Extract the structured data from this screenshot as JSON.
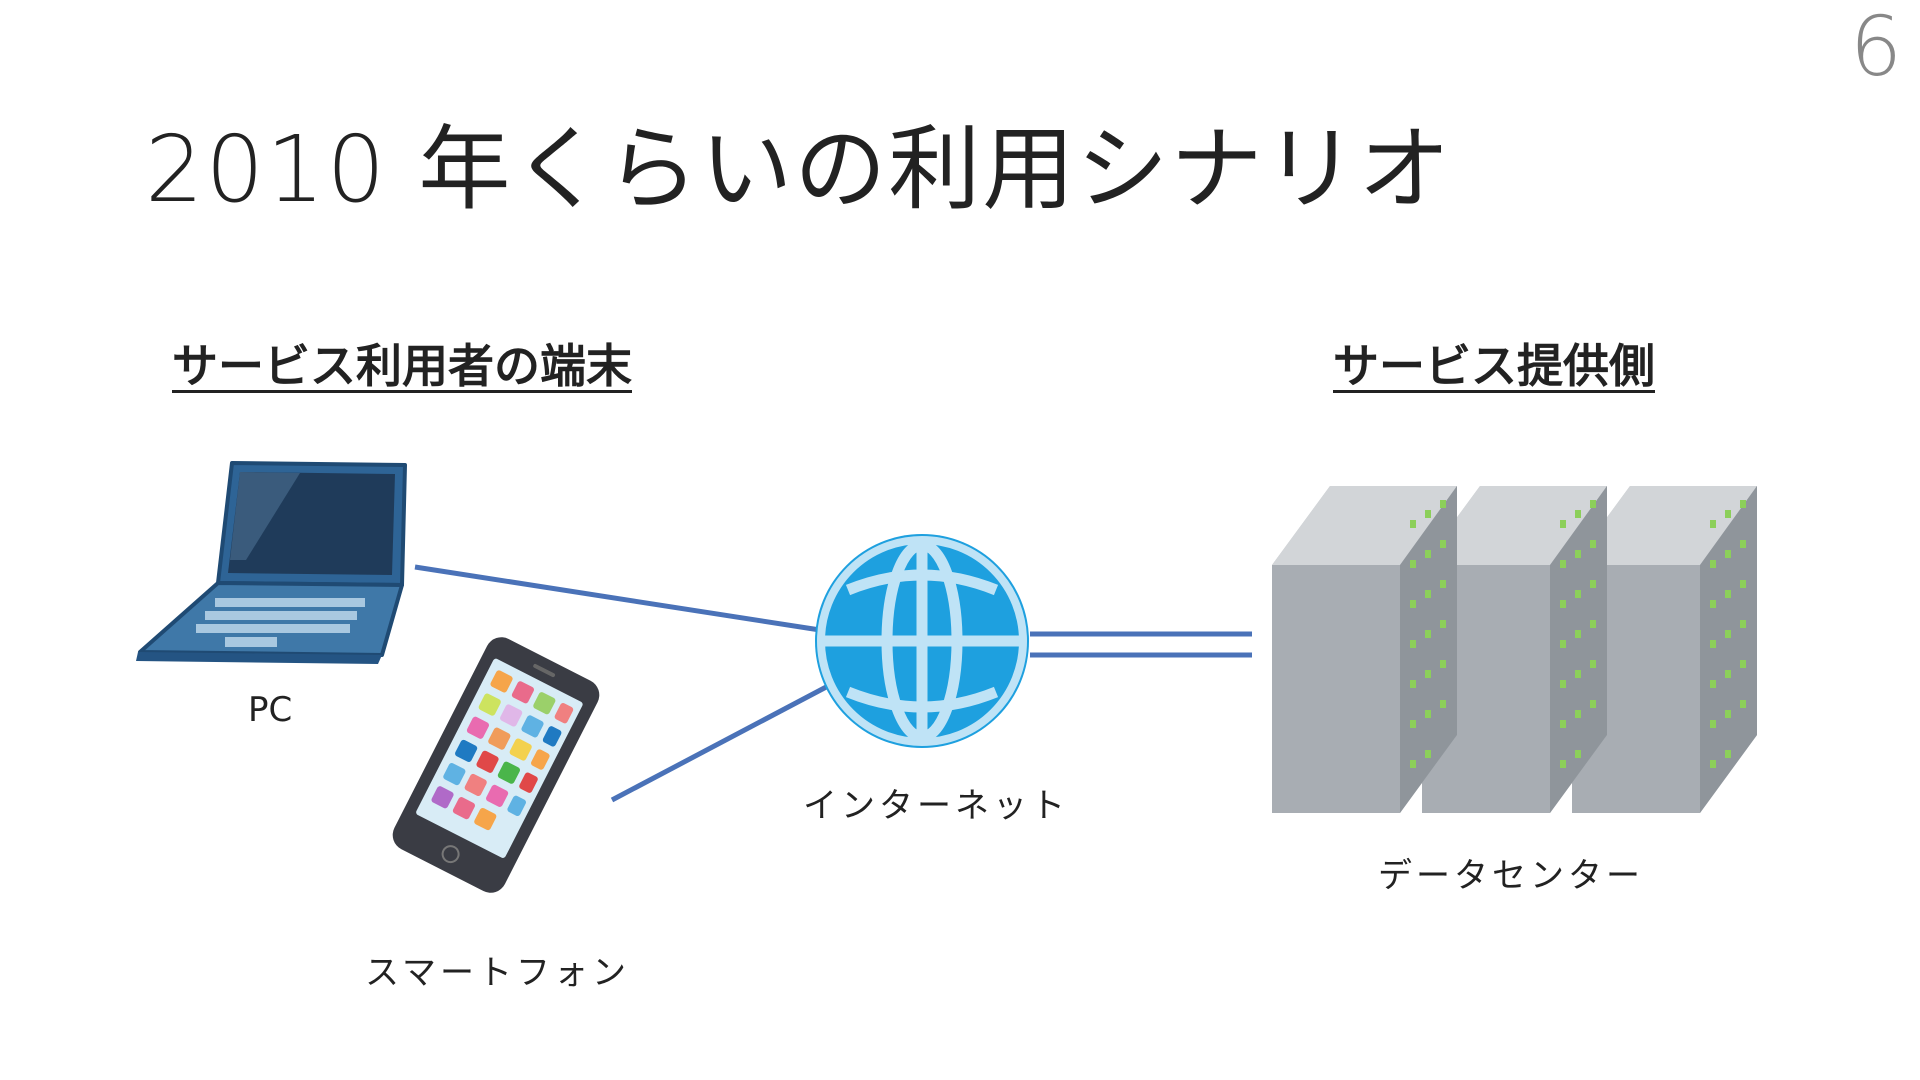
{
  "page_number": "6",
  "title": "2010 年くらいの利用シナリオ",
  "headings": {
    "client_side": "サービス利用者の端末",
    "provider_side": "サービス提供側"
  },
  "nodes": {
    "pc": {
      "label": "PC",
      "icon": "laptop-icon"
    },
    "smartphone": {
      "label": "スマートフォン",
      "icon": "smartphone-icon"
    },
    "internet": {
      "label": "インターネット",
      "icon": "globe-icon"
    },
    "datacenter": {
      "label": "データセンター",
      "icon": "server-rack-icon"
    }
  },
  "colors": {
    "connector": "#4a72b8",
    "globe": "#1ea0df",
    "laptop": "#2e6496",
    "server": "#a8adb3",
    "server_led": "#8ccf5a"
  }
}
